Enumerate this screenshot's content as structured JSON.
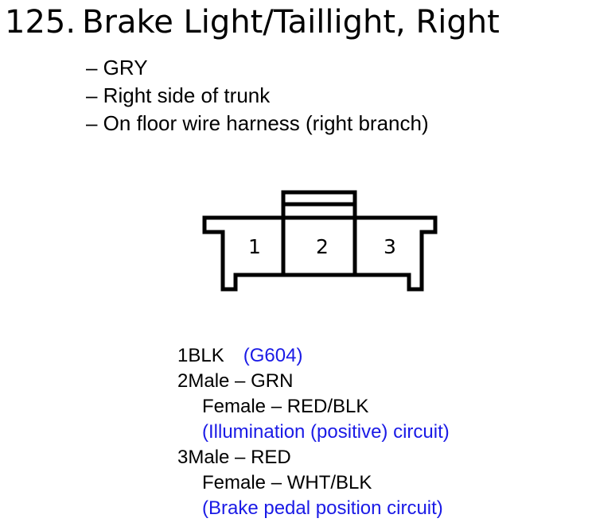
{
  "title": {
    "number": "125.",
    "name": "Brake Light/Taillight, Right"
  },
  "details": [
    "– GRY",
    "– Right side of trunk",
    "– On floor wire harness (right branch)"
  ],
  "connector": {
    "pins": [
      "1",
      "2",
      "3"
    ]
  },
  "pinout": {
    "pin1": {
      "number": "1",
      "wire": "BLK",
      "note": "(G604)"
    },
    "pin2": {
      "number": "2",
      "male": "Male – GRN",
      "female": "Female – RED/BLK",
      "note": "(Illumination (positive) circuit)"
    },
    "pin3": {
      "number": "3",
      "male": "Male – RED",
      "female": "Female – WHT/BLK",
      "note": "(Brake pedal position circuit)"
    }
  },
  "colors": {
    "note": "#1a1ae6"
  }
}
